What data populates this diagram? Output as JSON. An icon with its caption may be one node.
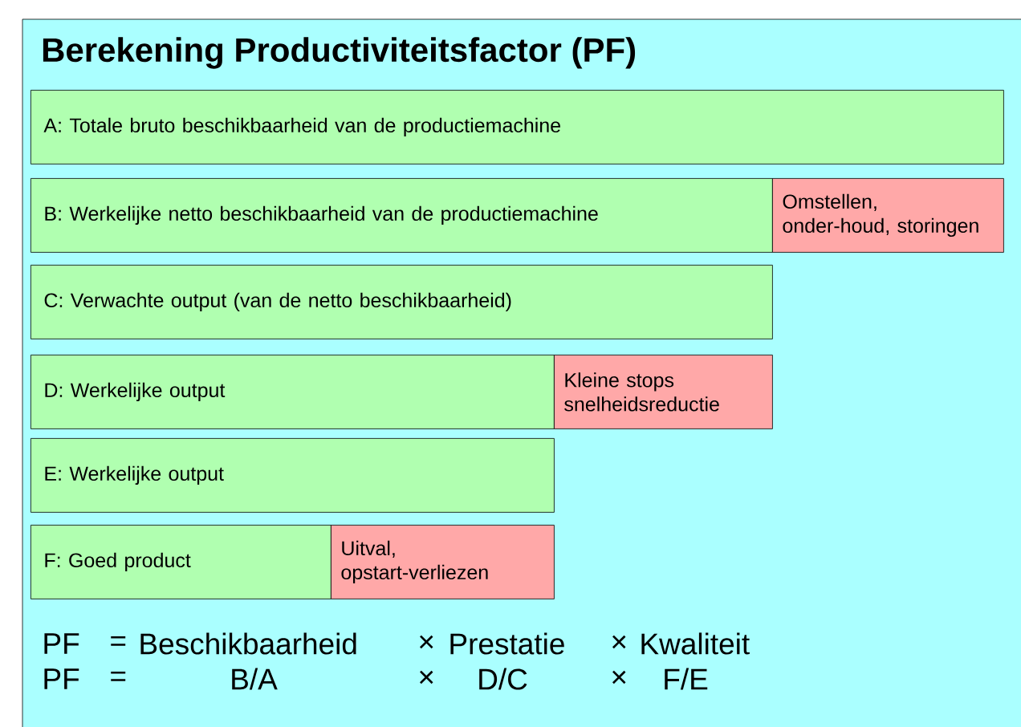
{
  "diagram": {
    "title": "Berekening Productiviteitsfactor (PF)",
    "nodes": [
      {
        "text": [
          "A: Totale bruto beschikbaarheid van de productiemachine"
        ]
      },
      {
        "text": [
          "B: Werkelijke netto beschikbaarheid van de productiemachine"
        ]
      },
      {
        "text": [
          "Omstellen, onder-houd, storingen"
        ]
      },
      {
        "text": [
          "C: Verwachte output (van de netto beschikbaarheid)"
        ]
      },
      {
        "text": [
          "D: Werkelijke output"
        ]
      },
      {
        "text": [
          "Kleine stops snelheidsreductie"
        ]
      },
      {
        "text": [
          "E: Werkelijke output"
        ]
      },
      {
        "text": [
          "F: Goed product"
        ]
      },
      {
        "text": [
          "Uitval, opstart-verliezen"
        ]
      }
    ],
    "labels": [
      "PF",
      "=",
      "Beschikbaarheid",
      "×",
      "Prestatie",
      "×",
      "Kwaliteit",
      "PF",
      "=",
      "B/A",
      "×",
      "D/C",
      "×",
      "F/E"
    ]
  }
}
